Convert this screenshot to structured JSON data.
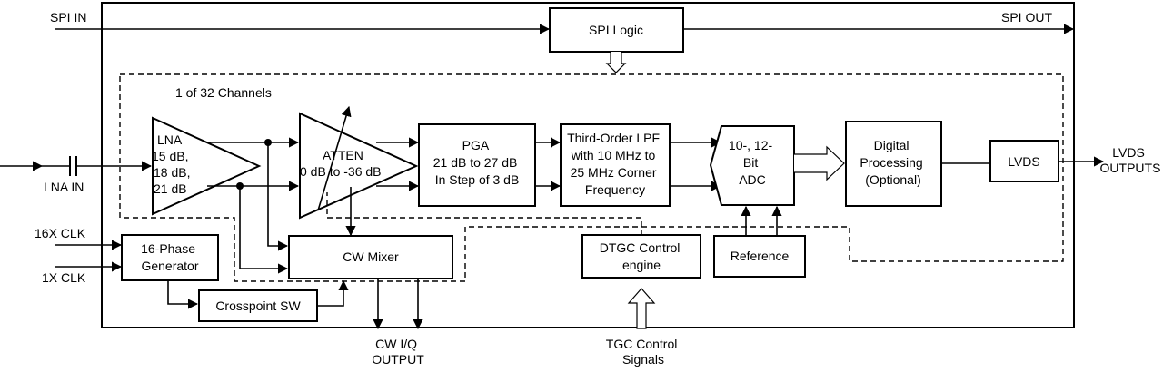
{
  "signals": {
    "spi_in": "SPI IN",
    "spi_out": "SPI OUT",
    "lna_in": "LNA IN",
    "clk16": "16X CLK",
    "clk1": "1X CLK",
    "lvds_out": [
      "LVDS",
      "OUTPUTS"
    ],
    "cw_out": [
      "CW I/Q",
      "OUTPUT"
    ],
    "tgc_signals": [
      "TGC Control",
      "Signals"
    ]
  },
  "channel_label": "1 of 32 Channels",
  "blocks": {
    "spi_logic": "SPI Logic",
    "lna": [
      "LNA",
      "15 dB,",
      "18 dB,",
      "21 dB"
    ],
    "atten": [
      "ATTEN",
      "0 dB to -36 dB"
    ],
    "pga": [
      "PGA",
      "21 dB to 27 dB",
      "In Step of 3 dB"
    ],
    "lpf": [
      "Third-Order LPF",
      "with 10 MHz to",
      "25 MHz Corner",
      "Frequency"
    ],
    "adc": [
      "10-, 12-",
      "Bit",
      "ADC"
    ],
    "digital": [
      "Digital",
      "Processing",
      "(Optional)"
    ],
    "lvds": "LVDS",
    "phase_gen": [
      "16-Phase",
      "Generator"
    ],
    "crosspoint": "Crosspoint SW",
    "cw_mixer": "CW Mixer",
    "dtgc": [
      "DTGC Control",
      "engine"
    ],
    "reference": "Reference"
  }
}
